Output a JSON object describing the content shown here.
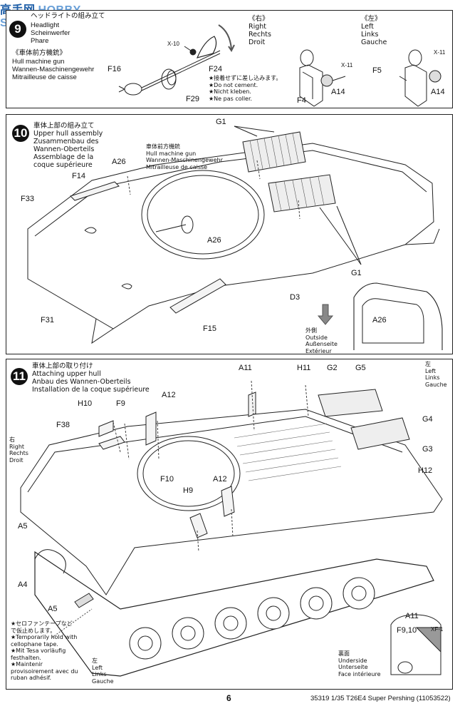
{
  "watermark": {
    "cn": "高手网",
    "en": "HOBBY SEARCH"
  },
  "step9": {
    "number": "9",
    "title_jp": "ヘッドライトの組み立て",
    "title": "Headlight\nScheinwerfer\nPhare",
    "sub_jp": "《車体前方機銃》",
    "sub": "Hull machine gun\nWannen-Maschinengewehr\nMitrailleuse de caisse",
    "labels": {
      "x10": "X-10",
      "f16": "F16",
      "f24": "F24",
      "f29": "F29",
      "f4": "F4",
      "a14a": "A14",
      "x11a": "X-11",
      "f5": "F5",
      "a14b": "A14",
      "x11b": "X-11"
    },
    "note": "★接着せずに差し込みます。\n★Do not cement.\n★Nicht kleben.\n★Ne pas coller.",
    "right": "《右》\nRight\nRechts\nDroit",
    "left": "《左》\nLeft\nLinks\nGauche"
  },
  "step10": {
    "number": "10",
    "title": "車体上部の組み立て\nUpper hull assembly\nZusammenbau des\nWannen-Oberteils\nAssemblage de la\ncoque supérieure",
    "mg": "車体前方機銃\nHull machine gun\nWannen-Maschinengewehr\nMitrailleuse de caisse",
    "labels": {
      "g1a": "G1",
      "g1b": "G1",
      "a26a": "A26",
      "a26b": "A26",
      "a26c": "A26",
      "f14": "F14",
      "f33": "F33",
      "f31": "F31",
      "f15": "F15",
      "d3": "D3"
    },
    "outside": "外側\nOutside\nAußenseite\nExtérieur"
  },
  "step11": {
    "number": "11",
    "title": "車体上部の取り付け\nAttaching upper hull\nAnbau des Wannen-Oberteils\nInstallation de la coque supérieure",
    "labels": {
      "a11a": "A11",
      "h11": "H11",
      "g2": "G2",
      "g5": "G5",
      "a12a": "A12",
      "h10": "H10",
      "f9": "F9",
      "f38": "F38",
      "g4": "G4",
      "g3": "G3",
      "h12": "H12",
      "f10": "F10",
      "a12b": "A12",
      "h9": "H9",
      "a5a": "A5",
      "a4": "A4",
      "a5b": "A5",
      "a11b": "A11",
      "f910": "F9,10",
      "xf1": "XF-1"
    },
    "right": "右\nRight\nRechts\nDroit",
    "left_top": "左\nLeft\nLinks\nGauche",
    "left_bottom": "左\nLeft\nLinks\nGauche",
    "tape": "★セロファンテープなど\nで仮止めします。\n★Temporarily hold with\ncellophane tape.\n★Mit Tesa vorläufig\nfesthalten.\n★Maintenir\nprovisoirement avec du\nruban adhésif.",
    "underside": "裏面\nUnderside\nUnterseite\nFace intérieure"
  },
  "footer": {
    "page": "6",
    "code": "35319 1/35 T26E4 Super Pershing (11053522)"
  }
}
